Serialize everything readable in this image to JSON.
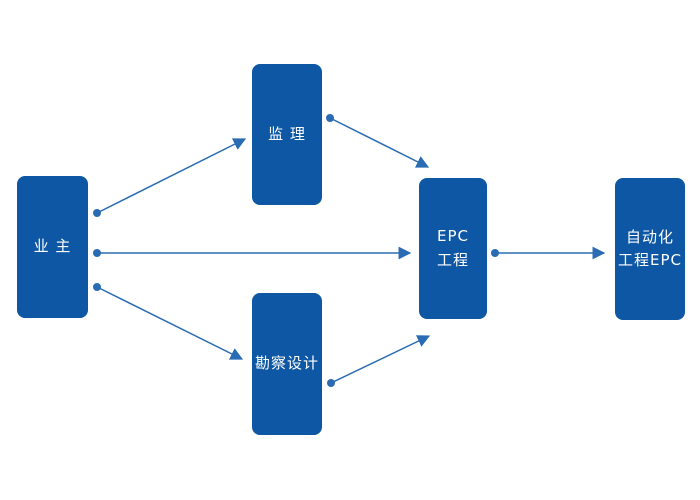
{
  "diagram": {
    "title": "",
    "nodes": {
      "owner": {
        "label": "业  主"
      },
      "supervision": {
        "label": "监  理"
      },
      "survey": {
        "label": "勘察设计"
      },
      "epc": {
        "line1": "EPC",
        "line2": "工程"
      },
      "automation": {
        "line1": "自动化",
        "line2": "工程EPC"
      }
    },
    "edges": [
      {
        "from": "owner",
        "to": "supervision"
      },
      {
        "from": "owner",
        "to": "epc"
      },
      {
        "from": "owner",
        "to": "survey"
      },
      {
        "from": "supervision",
        "to": "epc"
      },
      {
        "from": "survey",
        "to": "epc"
      },
      {
        "from": "epc",
        "to": "automation"
      }
    ],
    "colors": {
      "node_fill": "#0d57a4",
      "connector": "#2a6cb3",
      "text": "#ffffff",
      "background": "#ffffff"
    }
  }
}
